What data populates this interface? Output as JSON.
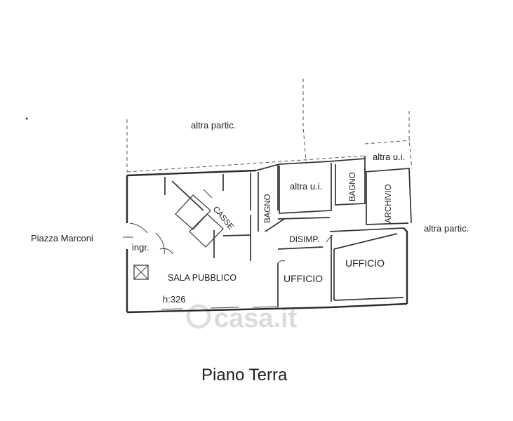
{
  "labels": {
    "altra_partic_top": "altra partic.",
    "altra_ui_right": "altra u.i.",
    "altra_ui_center": "altra u.i.",
    "altra_partic_right": "altra partic.",
    "piazza": "Piazza Marconi",
    "bagno_1": "BAGNO",
    "bagno_2": "BAGNO",
    "casse": "CASSE",
    "archivio": "ARCHIVIO",
    "disimp": "DISIMP.",
    "ingr": "ingr.",
    "sala_pubblico": "SALA PUBBLICO",
    "ufficio_1": "UFFICIO",
    "ufficio_2": "UFFICIO",
    "height": "h:326",
    "title": "Piano Terra",
    "watermark": "casa.it"
  }
}
